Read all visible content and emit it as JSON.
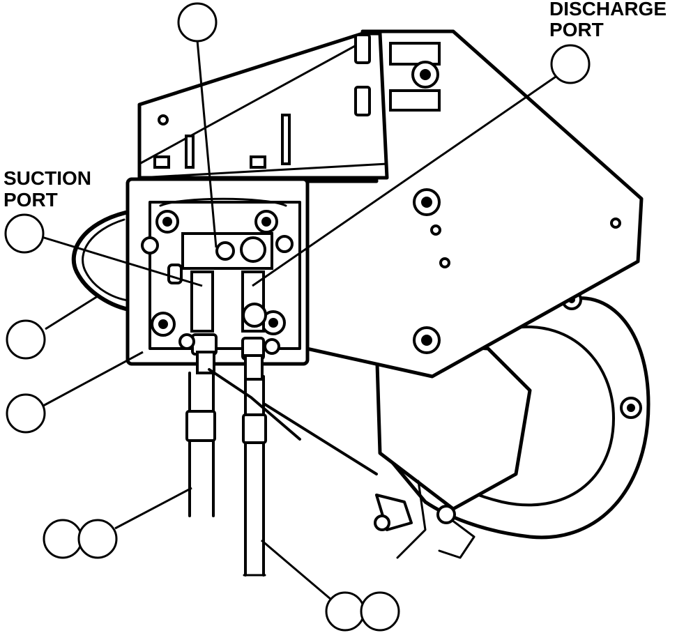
{
  "labels": {
    "discharge_line1": "DISCHARGE",
    "discharge_line2": "PORT",
    "suction_line1": "SUCTION",
    "suction_line2": "PORT"
  },
  "balloons": [
    {
      "id": "balloon-top",
      "text": ""
    },
    {
      "id": "balloon-discharge",
      "text": ""
    },
    {
      "id": "balloon-suction",
      "text": ""
    },
    {
      "id": "balloon-left-mid",
      "text": ""
    },
    {
      "id": "balloon-left-low",
      "text": ""
    },
    {
      "id": "balloon-double-left",
      "text": ""
    },
    {
      "id": "balloon-double-bottom",
      "text": ""
    }
  ]
}
